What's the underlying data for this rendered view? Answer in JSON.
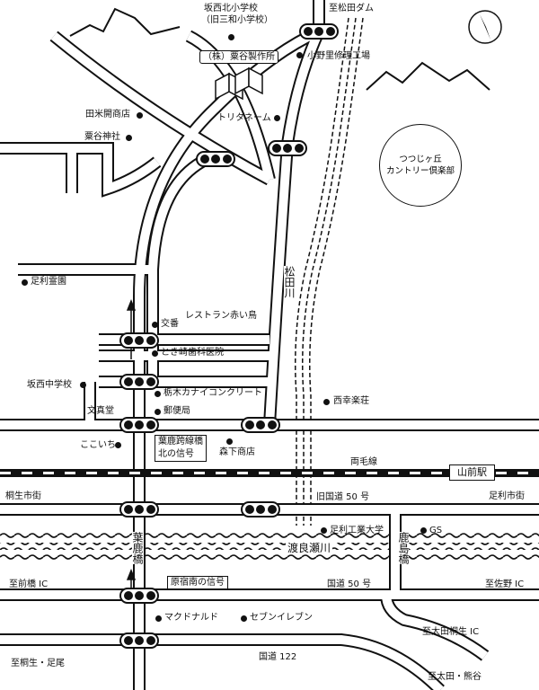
{
  "landmarks": {
    "sakanishi_kita": "坂西北小学校",
    "sakanishi_kita_old": "（旧三和小学校）",
    "awaya": "（株）粟谷製作所",
    "matsuda_dam": "至松田ダム",
    "onoya": "小野里修理工場",
    "tritaname": "トリタネーム",
    "tayone": "田米開商店",
    "awaya_shrine": "粟谷神社",
    "tsutsuji_1": "つつじヶ丘",
    "tsutsuji_2": "カントリー倶楽部",
    "ashikaga_cemetery": "足利霊園",
    "matsuda_river": "松田川",
    "akaidori": "レストラン赤い鳥",
    "koban": "交番",
    "tokizaki": "とき崎歯科医院",
    "sakanishi_chu": "坂西中学校",
    "tochigi_concrete": "栃木カナイコンクリート",
    "saikoso": "西幸楽荘",
    "bunshindo": "文真堂",
    "post": "郵便局",
    "kokoichi": "ここいち",
    "morishita": "森下商店",
    "hamo_line": "両毛線",
    "yamamae_station": "山前駅",
    "kiryu_street": "桐生市街",
    "old_route50": "旧国道 50 号",
    "ashikaga_street": "足利市街",
    "ashikaga_univ": "足利工業大学",
    "gs": "GS",
    "watarase": "渡良瀬川",
    "haga_bridge": "葉鹿橋",
    "kashima_bridge": "鹿島橋",
    "maebashi_ic": "至前橋 IC",
    "route50": "国道 50 号",
    "sano_ic": "至佐野 IC",
    "mcdonalds": "マクドナルド",
    "seven_eleven": "セブンイレブン",
    "ota_kiryu_ic": "至太田桐生 IC",
    "kiryu_ashio": "至桐生・足尾",
    "route122": "国道 122",
    "ota_kumagaya": "至太田・熊谷"
  },
  "callouts": {
    "haga_signal_1": "葉鹿跨線橋",
    "haga_signal_2": "北の信号",
    "harajuku_signal": "原宿南の信号"
  },
  "colors": {
    "ink": "#111111",
    "paper": "#ffffff"
  },
  "icons": [
    "compass-icon",
    "signal-icon",
    "factory-icon",
    "mountain-icon"
  ]
}
